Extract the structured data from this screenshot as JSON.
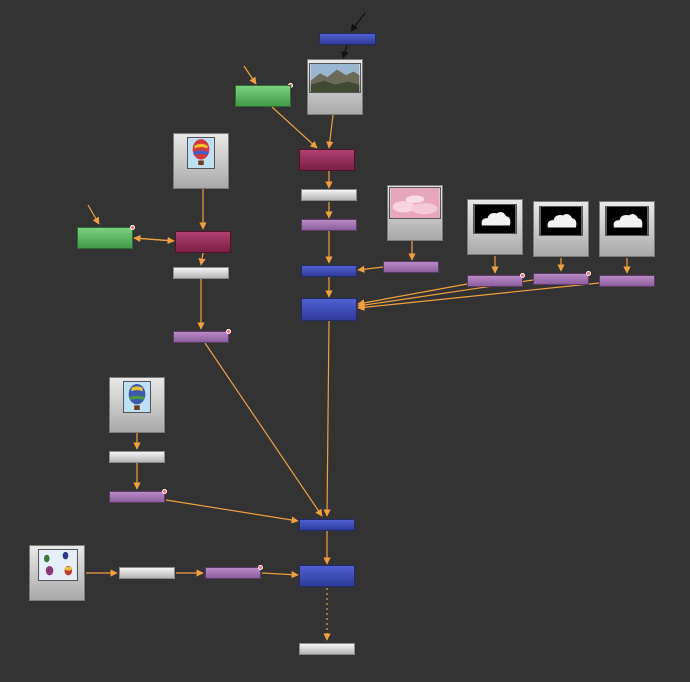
{
  "app": "node-graph-editor",
  "colors": {
    "background": "#333333",
    "wire": "#f0a040",
    "wire_input": "#e8a060",
    "blue_node": "#3b48b8",
    "purple_node": "#a276b2",
    "gray_node": "#d9d9d9",
    "green_node": "#5cb85c",
    "crimson_node": "#992c5a"
  },
  "image_tiles": [
    {
      "id": "landscape",
      "thumb": "mountain-landscape-thumbnail"
    },
    {
      "id": "balloon1",
      "thumb": "hot-air-balloon-thumbnail"
    },
    {
      "id": "pink",
      "thumb": "pink-clouds-thumbnail"
    },
    {
      "id": "cloud1",
      "thumb": "cloud-mask-thumbnail"
    },
    {
      "id": "cloud2",
      "thumb": "cloud-mask-thumbnail"
    },
    {
      "id": "cloud3",
      "thumb": "cloud-mask-thumbnail"
    },
    {
      "id": "balloon2",
      "thumb": "hot-air-balloon-thumbnail"
    },
    {
      "id": "balloons",
      "thumb": "multiple-balloons-thumbnail"
    }
  ],
  "node_types": [
    "blue",
    "purple",
    "gray",
    "green",
    "crimson"
  ]
}
